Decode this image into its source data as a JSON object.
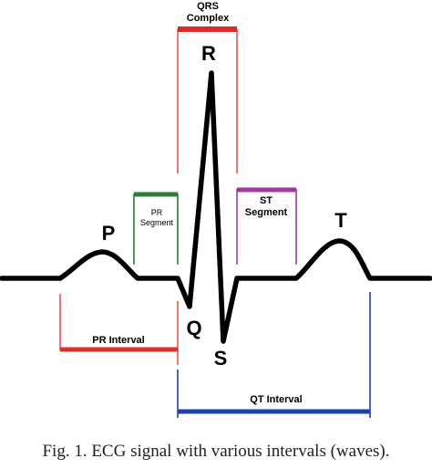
{
  "diagram": {
    "waves": {
      "p": "P",
      "q": "Q",
      "r": "R",
      "s": "S",
      "t": "T"
    },
    "segments": {
      "qrs_line1": "QRS",
      "qrs_line2": "Complex",
      "pr_seg_line1": "PR",
      "pr_seg_line2": "Segment",
      "st_seg_line1": "ST",
      "st_seg_line2": "Segment"
    },
    "intervals": {
      "pr": "PR Interval",
      "qt": "QT Interval"
    },
    "colors": {
      "trace": "#000000",
      "qrs": "#d92b2b",
      "pr_interval": "#d9342b",
      "pr_segment": "#2e7d32",
      "st_segment": "#a03a9a",
      "qt_interval": "#1f43a8",
      "guide_red": "#e05a4a",
      "guide_green": "#2e7d32",
      "guide_purple": "#a03a9a",
      "guide_blue": "#1f43a8"
    }
  },
  "caption": "Fig. 1.  ECG signal with various intervals (waves)."
}
